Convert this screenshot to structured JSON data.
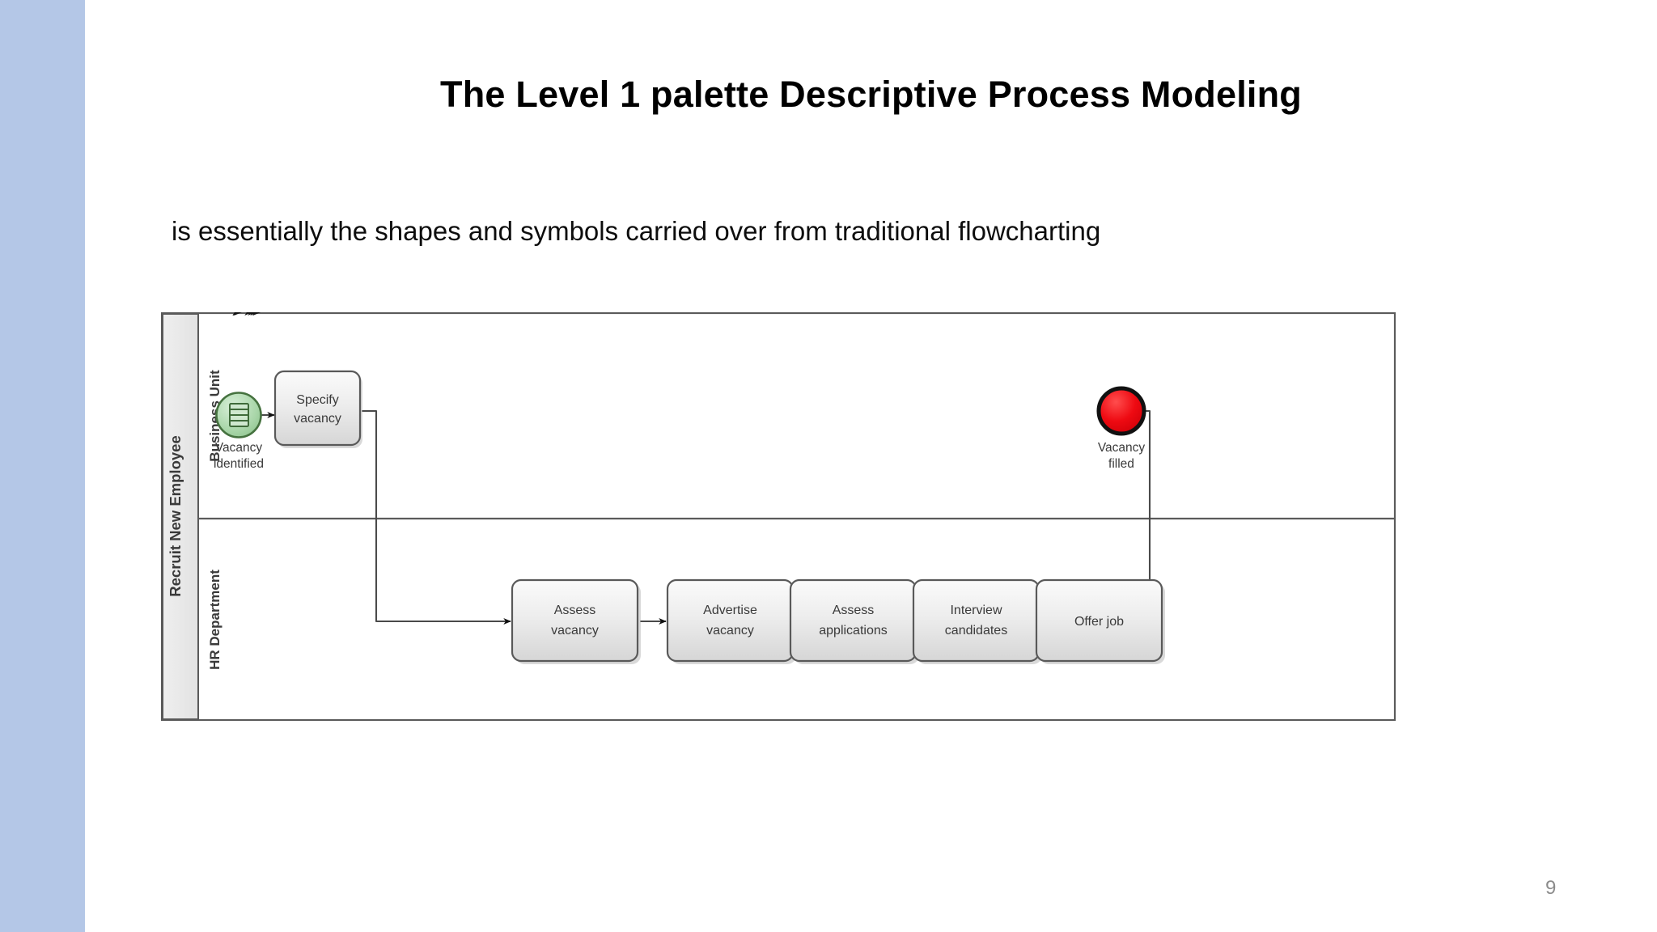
{
  "slide": {
    "title": "The Level 1 palette Descriptive Process Modeling",
    "subtitle": "is essentially the shapes and symbols carried over from traditional flowcharting",
    "page_number": "9",
    "side_band_color": "#b4c7e7"
  },
  "diagram": {
    "type": "bpmn-pool-lane-flowchart",
    "pool_label": "Recruit New Employee",
    "lanes": [
      {
        "id": "lane-business-unit",
        "label": "Business Unit"
      },
      {
        "id": "lane-hr-department",
        "label": "HR Department"
      }
    ],
    "start_event": {
      "id": "start-vacancy-identified",
      "label_line1": "Vacancy",
      "label_line2": "identified",
      "icon": "conditional-rule-icon",
      "fill_color": "#b6dbb6",
      "border_color": "#4f7a4f",
      "lane": "lane-business-unit"
    },
    "end_event": {
      "id": "end-vacancy-filled",
      "label_line1": "Vacancy",
      "label_line2": "filled",
      "fill_color": "#e8000d",
      "border_color": "#1a1a1a",
      "lane": "lane-business-unit"
    },
    "tasks": [
      {
        "id": "task-specify-vacancy",
        "line1": "Specify",
        "line2": "vacancy",
        "lane": "lane-business-unit"
      },
      {
        "id": "task-assess-vacancy",
        "line1": "Assess",
        "line2": "vacancy",
        "lane": "lane-hr-department"
      },
      {
        "id": "task-advertise-vacancy",
        "line1": "Advertise",
        "line2": "vacancy",
        "lane": "lane-hr-department"
      },
      {
        "id": "task-assess-applications",
        "line1": "Assess",
        "line2": "applications",
        "lane": "lane-hr-department"
      },
      {
        "id": "task-interview-candidates",
        "line1": "Interview",
        "line2": "candidates",
        "lane": "lane-hr-department"
      },
      {
        "id": "task-offer-job",
        "line1": "Offer job",
        "line2": "",
        "lane": "lane-hr-department"
      }
    ],
    "flows": [
      {
        "from": "start-vacancy-identified",
        "to": "task-specify-vacancy"
      },
      {
        "from": "task-specify-vacancy",
        "to": "task-assess-vacancy"
      },
      {
        "from": "task-assess-vacancy",
        "to": "task-advertise-vacancy"
      },
      {
        "from": "task-advertise-vacancy",
        "to": "task-assess-applications"
      },
      {
        "from": "task-assess-applications",
        "to": "task-interview-candidates"
      },
      {
        "from": "task-interview-candidates",
        "to": "task-offer-job"
      },
      {
        "from": "task-offer-job",
        "to": "end-vacancy-filled"
      }
    ]
  }
}
